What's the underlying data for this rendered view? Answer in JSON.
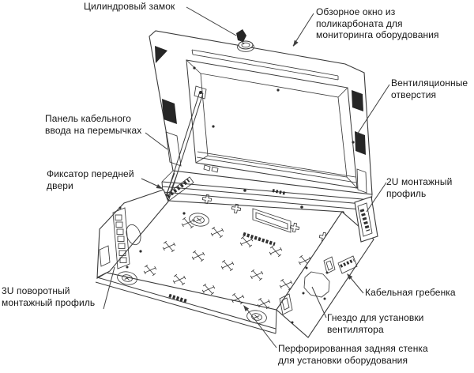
{
  "diagram": {
    "background_color": "#ffffff",
    "line_color": "#3a3a3a",
    "text_color": "#151515",
    "vent_fill_color": "#262626",
    "callouts": [
      {
        "id": "cylinder-lock",
        "text": "Цилиндровый замок"
      },
      {
        "id": "viewing-window",
        "text": "Обзорное окно из\nполикарбоната для\nмониторинга оборудования"
      },
      {
        "id": "ventilation-holes",
        "text": "Вентиляционные\nотверстия"
      },
      {
        "id": "cable-entry-panel",
        "text": "Панель кабельного\nввода на перемычках"
      },
      {
        "id": "front-door-retainer",
        "text": "Фиксатор передней\nдвери"
      },
      {
        "id": "mounting-profile-2u",
        "text": "2U монтажный\nпрофиль"
      },
      {
        "id": "mounting-profile-3u",
        "text": "3U поворотный\nмонтажный профиль"
      },
      {
        "id": "cable-comb",
        "text": "Кабельная гребенка"
      },
      {
        "id": "fan-socket",
        "text": "Гнездо для установки\nвентилятора"
      },
      {
        "id": "perforated-back-wall",
        "text": "Перфорированная задняя стенка\nдля установки оборудования"
      }
    ]
  }
}
